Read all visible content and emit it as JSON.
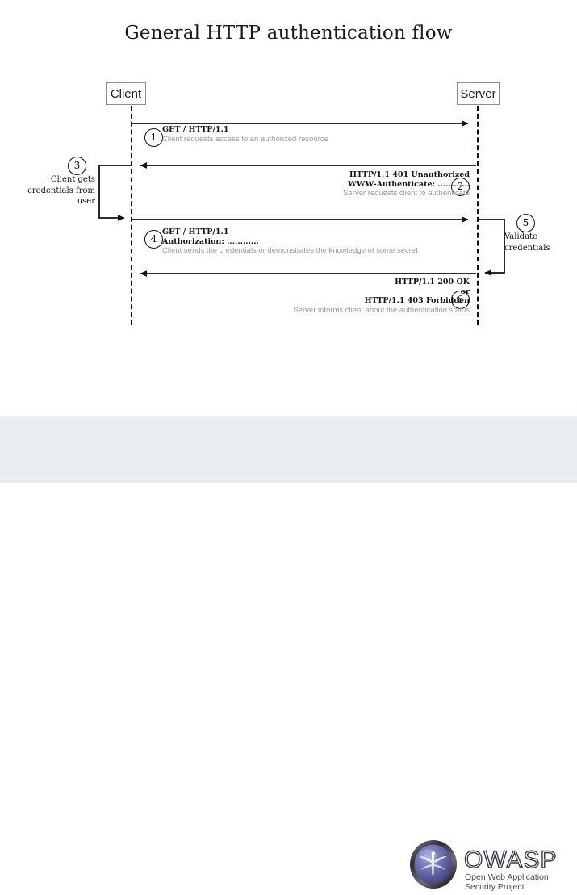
{
  "slide": {
    "title": "General HTTP authentication flow",
    "background": "#ffffff"
  },
  "diagram": {
    "type": "sequence-diagram",
    "actors": [
      {
        "id": "client",
        "label": "Client"
      },
      {
        "id": "server",
        "label": "Server"
      }
    ],
    "steps": [
      {
        "number": "1",
        "kind": "message",
        "from": "client",
        "to": "server",
        "direction": "right",
        "headers": [
          "GET / HTTP/1.1"
        ],
        "description": "Client requests access to an authorized resource",
        "align": "left"
      },
      {
        "number": "2",
        "kind": "message",
        "from": "server",
        "to": "client",
        "direction": "left",
        "headers": [
          "HTTP/1.1 401 Unauthorized",
          "WWW-Authenticate: ............"
        ],
        "description": "Server requests client to authenticate",
        "align": "right"
      },
      {
        "number": "3",
        "kind": "self-action",
        "actor": "client",
        "side": "left",
        "label": "Client gets credentials from user"
      },
      {
        "number": "4",
        "kind": "message",
        "from": "client",
        "to": "server",
        "direction": "right",
        "headers": [
          "GET / HTTP/1.1",
          "Authorization: ............"
        ],
        "description": "Client sends the credentials or demonstrates the knowledge of some secret",
        "align": "left"
      },
      {
        "number": "5",
        "kind": "self-action",
        "actor": "server",
        "side": "right",
        "label": "Validate credentials"
      },
      {
        "number": "6",
        "kind": "message",
        "from": "server",
        "to": "client",
        "direction": "left",
        "headers": [
          "HTTP/1.1 200 OK",
          "or",
          "HTTP/1.1 403 Forbidden"
        ],
        "description": "Server informs client about the authentication status",
        "align": "right"
      }
    ],
    "colors": {
      "line": "#101010",
      "actor_border": "#8a8a92",
      "header_text": "#14141a",
      "description_text": "#9b9ba0"
    }
  },
  "step_text": {
    "s1": {
      "h1": "GET / HTTP/1.1",
      "desc": "Client requests access to an authorized resource"
    },
    "s2": {
      "h1": "HTTP/1.1 401 Unauthorized",
      "h2": "WWW-Authenticate: ............",
      "desc": "Server requests client to authenticate"
    },
    "s3": {
      "l1": "Client gets",
      "l2": "credentials from",
      "l3": "user"
    },
    "s4": {
      "h1": "GET / HTTP/1.1",
      "h2": "Authorization: ............",
      "desc": "Client sends the credentials or demonstrates the knowledge of some secret"
    },
    "s5": {
      "l1": "Validate",
      "l2": "credentials"
    },
    "s6": {
      "h1": "HTTP/1.1 200 OK",
      "h2": "or",
      "h3": "HTTP/1.1 403 Forbidden",
      "desc": "Server informs client about the authentication status"
    }
  },
  "badges": {
    "b1": "1",
    "b2": "2",
    "b3": "3",
    "b4": "4",
    "b5": "5",
    "b6": "6"
  },
  "footer": {
    "logo": {
      "wordmark": "OWASP",
      "tagline_line1": "Open Web Application",
      "tagline_line2": "Security Project",
      "sphere_color": "#6b6fae",
      "text_color": "#3b3b4c"
    },
    "background": "#eaeef0"
  }
}
